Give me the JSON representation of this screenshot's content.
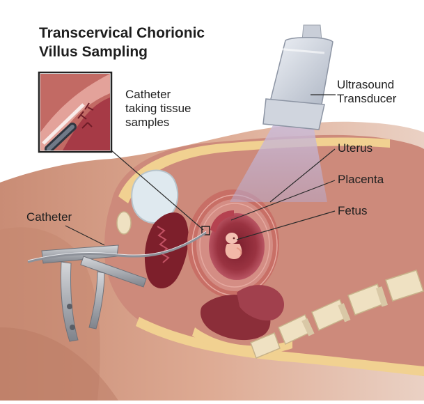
{
  "title": {
    "line1": "Transcervical Chorionic",
    "line2": "Villus Sampling"
  },
  "labels": {
    "catheter_tissue": [
      "Catheter",
      "taking tissue",
      "samples"
    ],
    "ultrasound": [
      "Ultrasound",
      "Transducer"
    ],
    "uterus": "Uterus",
    "placenta": "Placenta",
    "fetus": "Fetus",
    "catheter": "Catheter"
  },
  "colors": {
    "skin": "#d9a189",
    "skin_shadow": "#a8705a",
    "tissue": "#c97b6c",
    "uterus_wall": "#c46f68",
    "uterus_inner": "#8c2a38",
    "placenta": "#b54250",
    "fat": "#f1d191",
    "bladder": "#dfe9ef",
    "bone": "#efe1c2",
    "instrument": "#a9abb0",
    "ultrasound_beam": "#c4b3d2",
    "transducer": "#d8dde6",
    "leader_line": "#2a2a2a"
  }
}
